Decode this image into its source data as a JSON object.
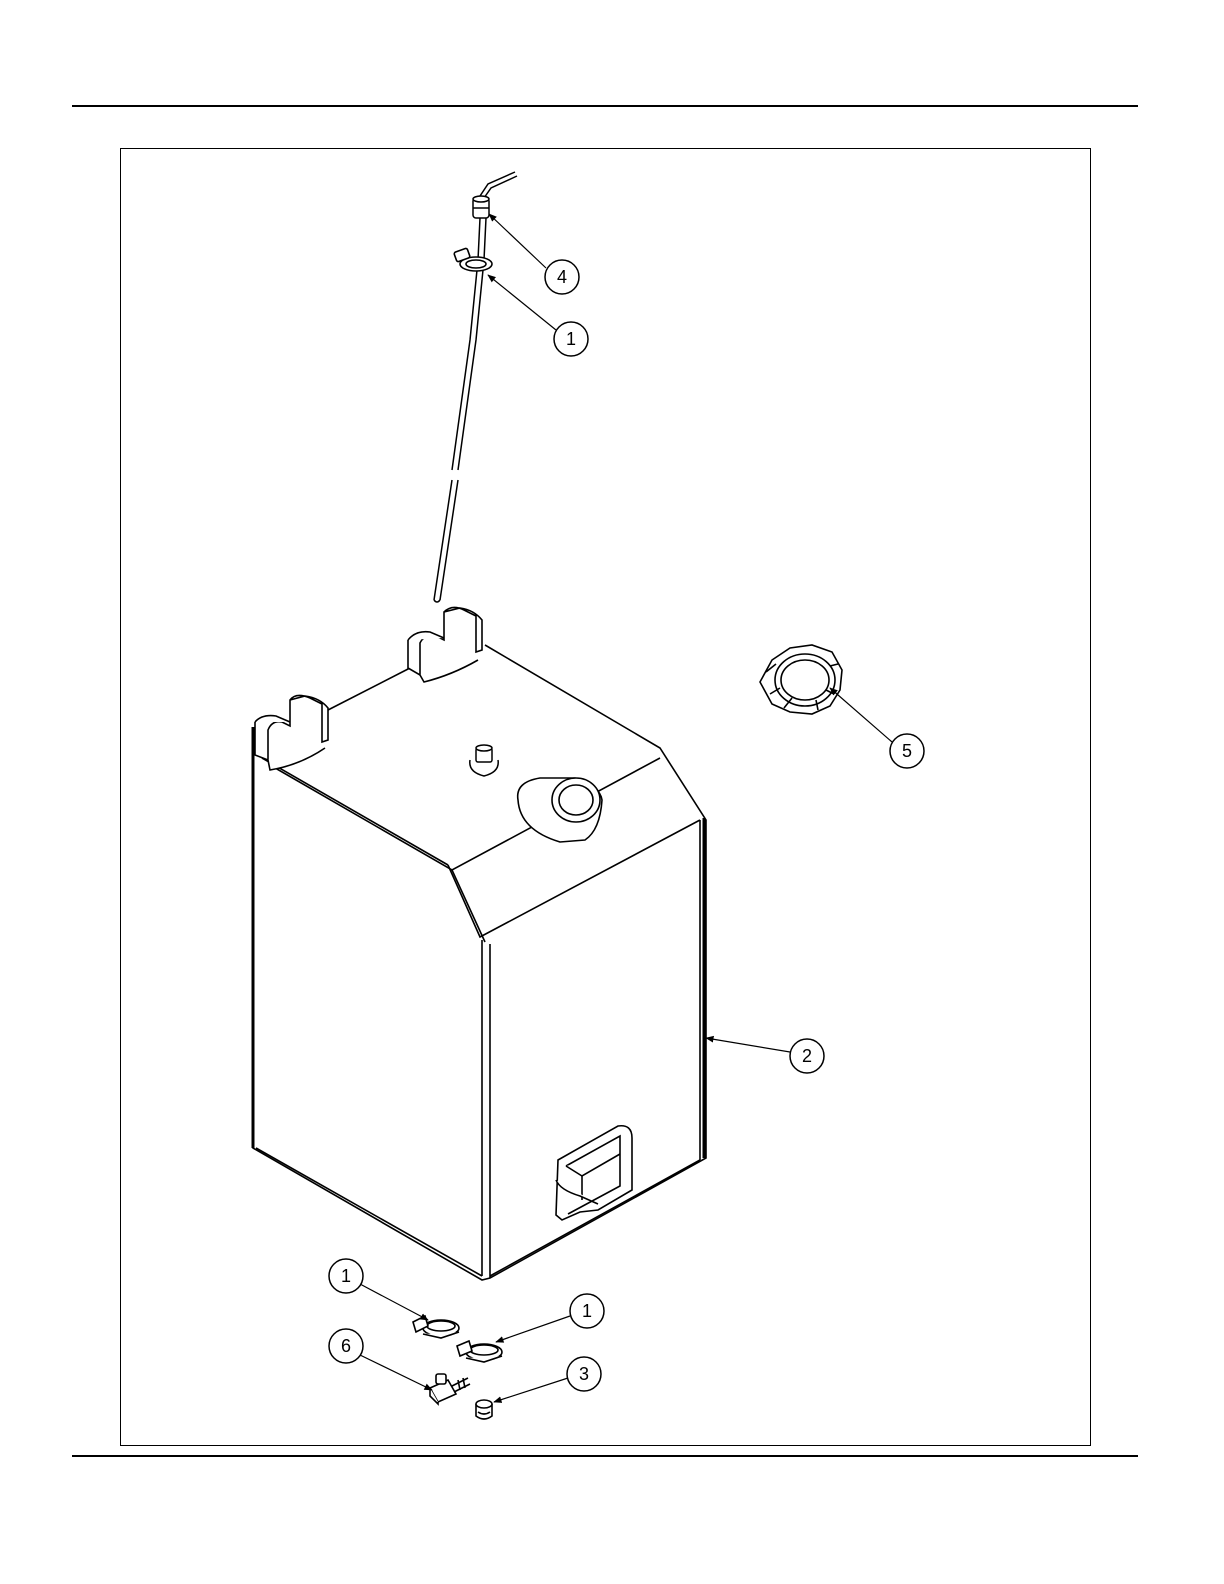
{
  "callouts": [
    {
      "id": "callout-4-vent-fitting",
      "label": "4"
    },
    {
      "id": "callout-1-hose-clamp-top",
      "label": "1"
    },
    {
      "id": "callout-5-tank-cap",
      "label": "5"
    },
    {
      "id": "callout-2-fuel-tank",
      "label": "2"
    },
    {
      "id": "callout-1-hose-clamp-left",
      "label": "1"
    },
    {
      "id": "callout-1-hose-clamp-right",
      "label": "1"
    },
    {
      "id": "callout-6-elbow-fitting",
      "label": "6"
    },
    {
      "id": "callout-3-plug",
      "label": "3"
    }
  ],
  "colors": {
    "line": "#000000",
    "background": "#ffffff"
  }
}
